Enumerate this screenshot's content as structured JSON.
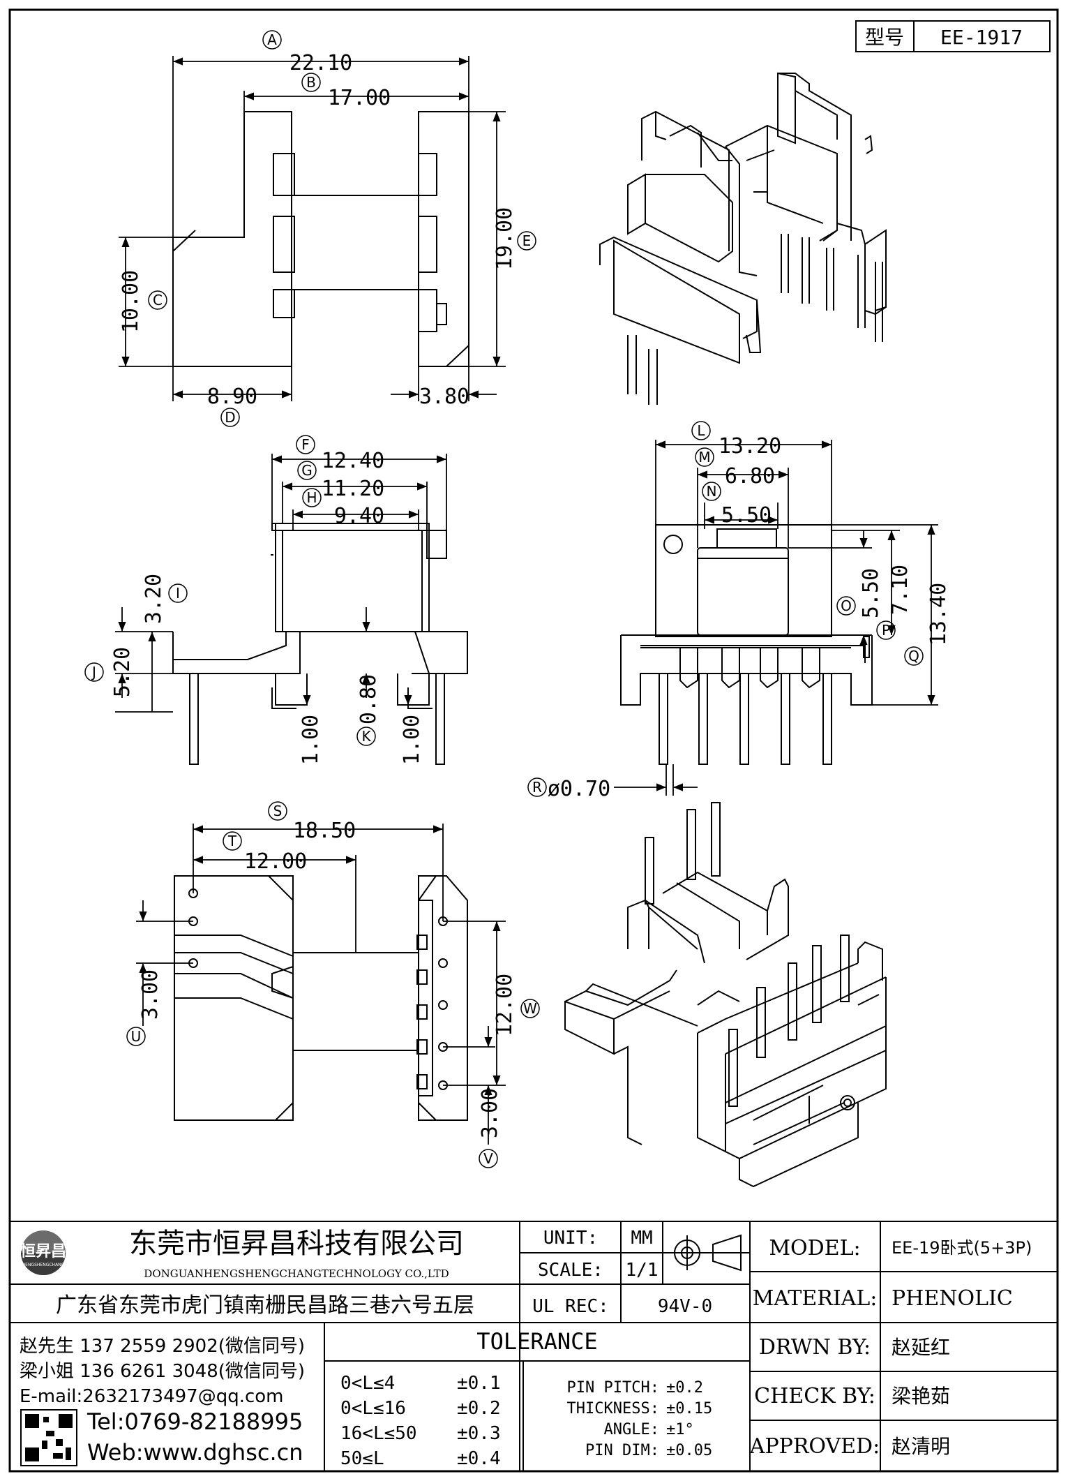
{
  "header": {
    "model_label": "型号",
    "model_value": "EE-1917"
  },
  "dimensions": {
    "A": {
      "label": "A",
      "value": "22.10"
    },
    "B": {
      "label": "B",
      "value": "17.00"
    },
    "C": {
      "label": "C",
      "value": "10.00"
    },
    "D": {
      "label": "D",
      "value": "8.90"
    },
    "E": {
      "label": "E",
      "value": "19.00"
    },
    "D2": {
      "value": "3.80"
    },
    "F": {
      "label": "F",
      "value": "12.40"
    },
    "G": {
      "label": "G",
      "value": "11.20"
    },
    "H": {
      "label": "H",
      "value": "9.40"
    },
    "I": {
      "label": "I",
      "value": "3.20"
    },
    "J": {
      "label": "J",
      "value": "5.20"
    },
    "K": {
      "label": "K",
      "value": "0.80"
    },
    "K1": {
      "value": "1.00"
    },
    "K2": {
      "value": "1.00"
    },
    "L": {
      "label": "L",
      "value": "13.20"
    },
    "M": {
      "label": "M",
      "value": "6.80"
    },
    "N": {
      "label": "N",
      "value": "5.50"
    },
    "O": {
      "label": "O",
      "value": "5.50"
    },
    "P": {
      "label": "P",
      "value": "7.10"
    },
    "Q": {
      "label": "Q",
      "value": "13.40"
    },
    "R": {
      "label": "R",
      "value": "ø0.70"
    },
    "S": {
      "label": "S",
      "value": "18.50"
    },
    "T": {
      "label": "T",
      "value": "12.00"
    },
    "U": {
      "label": "U",
      "value": "3.00"
    },
    "W": {
      "label": "W",
      "value": "12.00"
    },
    "V": {
      "label": "V",
      "value": "3.00"
    }
  },
  "company": {
    "logo_text": "恒昇昌",
    "logo_sub": "HENGSHENGCHANG",
    "name_cn": "东莞市恒昇昌科技有限公司",
    "name_en": "DONGUANHENGSHENGCHANGTECHNOLOGY CO.,LTD",
    "address": "广东省东莞市虎门镇南栅民昌路三巷六号五层"
  },
  "contacts": {
    "line1": "赵先生 137 2559 2902(微信同号)",
    "line2": "梁小姐 136 6261 3048(微信同号)",
    "email": "E-mail:2632173497@qq.com",
    "tel": "Tel:0769-82188995",
    "web": "Web:www.dghsc.cn"
  },
  "unit": {
    "unit_label": "UNIT:",
    "unit_value": "MM",
    "scale_label": "SCALE:",
    "scale_value": "1/1",
    "ul_label": "UL REC:",
    "ul_value": "94V-0"
  },
  "tolerance": {
    "title": "TOLERANCE",
    "rows": [
      {
        "range": "0<L≤4",
        "value": "±0.1"
      },
      {
        "range": "0<L≤16",
        "value": "±0.2"
      },
      {
        "range": "16<L≤50",
        "value": "±0.3"
      },
      {
        "range": "50≤L",
        "value": "±0.4"
      }
    ],
    "extras": [
      {
        "label": "PIN PITCH:",
        "value": "±0.2"
      },
      {
        "label": "THICKNESS:",
        "value": "±0.15"
      },
      {
        "label": "ANGLE:",
        "value": "±1°"
      },
      {
        "label": "PIN DIM:",
        "value": "±0.05"
      }
    ]
  },
  "info": {
    "model_label": "MODEL:",
    "model_value": "EE-19卧式(5+3P)",
    "material_label": "MATERIAL:",
    "material_value": "PHENOLIC",
    "drawn_label": "DRWN BY:",
    "drawn_value": "赵延红",
    "check_label": "CHECK BY:",
    "check_value": "梁艳茹",
    "approved_label": "APPROVED:",
    "approved_value": "赵清明"
  }
}
